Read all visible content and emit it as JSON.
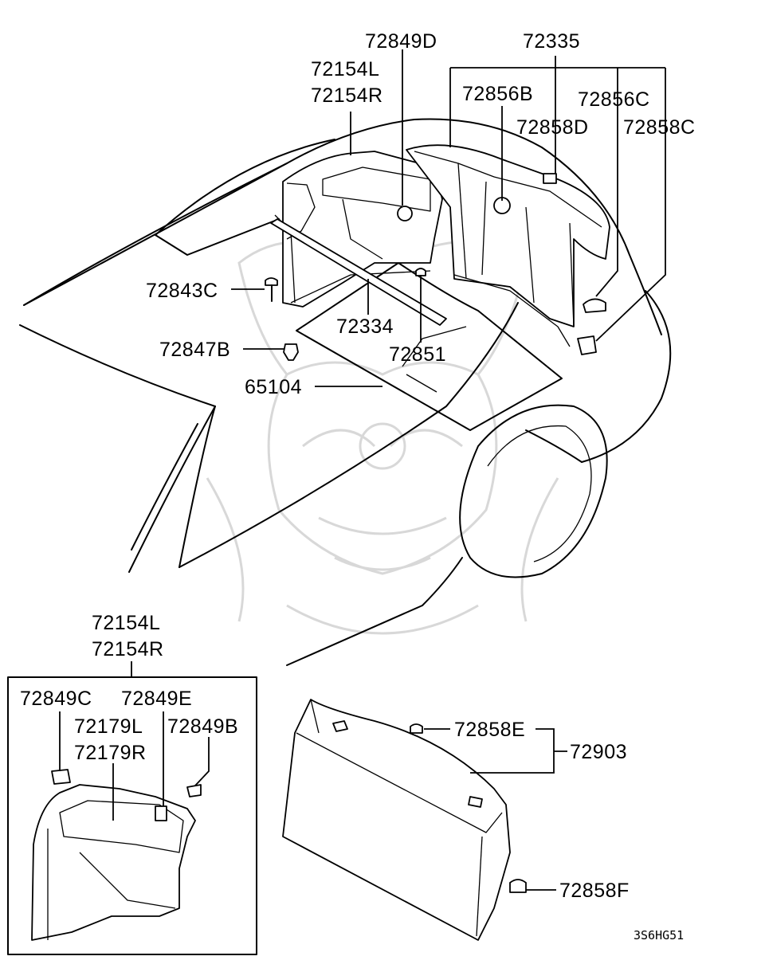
{
  "labels": {
    "p72849D": "72849D",
    "p72335": "72335",
    "p72154L_top": "72154L",
    "p72154R_top": "72154R",
    "p72856B": "72856B",
    "p72856C": "72856C",
    "p72858D": "72858D",
    "p72858C": "72858C",
    "p72843C": "72843C",
    "p72334": "72334",
    "p72847B": "72847B",
    "p72851": "72851",
    "p65104": "65104",
    "p72154L_bottom": "72154L",
    "p72154R_bottom": "72154R",
    "p72849C": "72849C",
    "p72849E": "72849E",
    "p72179L": "72179L",
    "p72849B": "72849B",
    "p72179R": "72179R",
    "p72858E": "72858E",
    "p72903": "72903",
    "p72858F": "72858F"
  },
  "diagram_code": "3S6HG51",
  "colors": {
    "line": "#000000",
    "watermark": "#d8d8d8",
    "background": "#ffffff"
  }
}
